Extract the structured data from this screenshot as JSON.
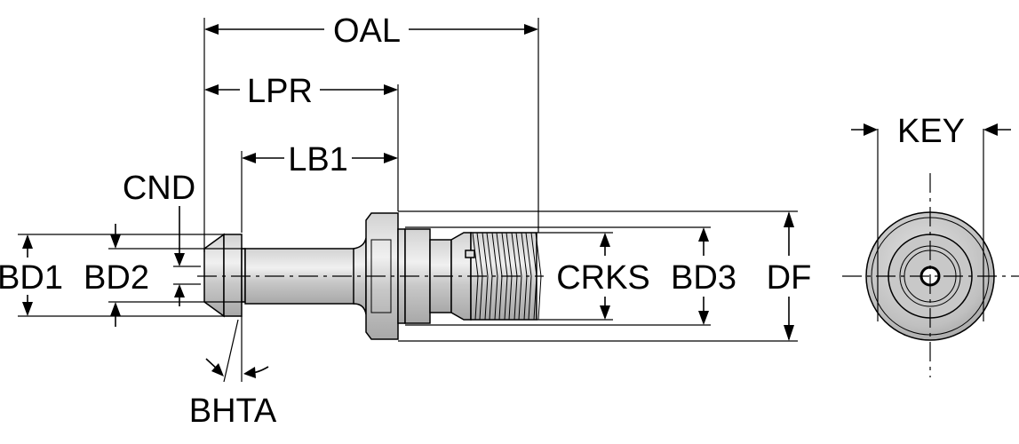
{
  "title": "Retention knob dimension drawing",
  "labels": {
    "oal": "OAL",
    "lpr": "LPR",
    "lb1": "LB1",
    "cnd": "CND",
    "bd1": "BD1",
    "bd2": "BD2",
    "bhta": "BHTA",
    "crks": "CRKS",
    "bd3": "BD3",
    "df": "DF",
    "key": "KEY"
  },
  "colors": {
    "line": "#000000",
    "metal_light": "#e6e6e6",
    "metal_mid": "#c4c4c4",
    "metal_dark": "#9a9a9a",
    "background": "#ffffff"
  }
}
